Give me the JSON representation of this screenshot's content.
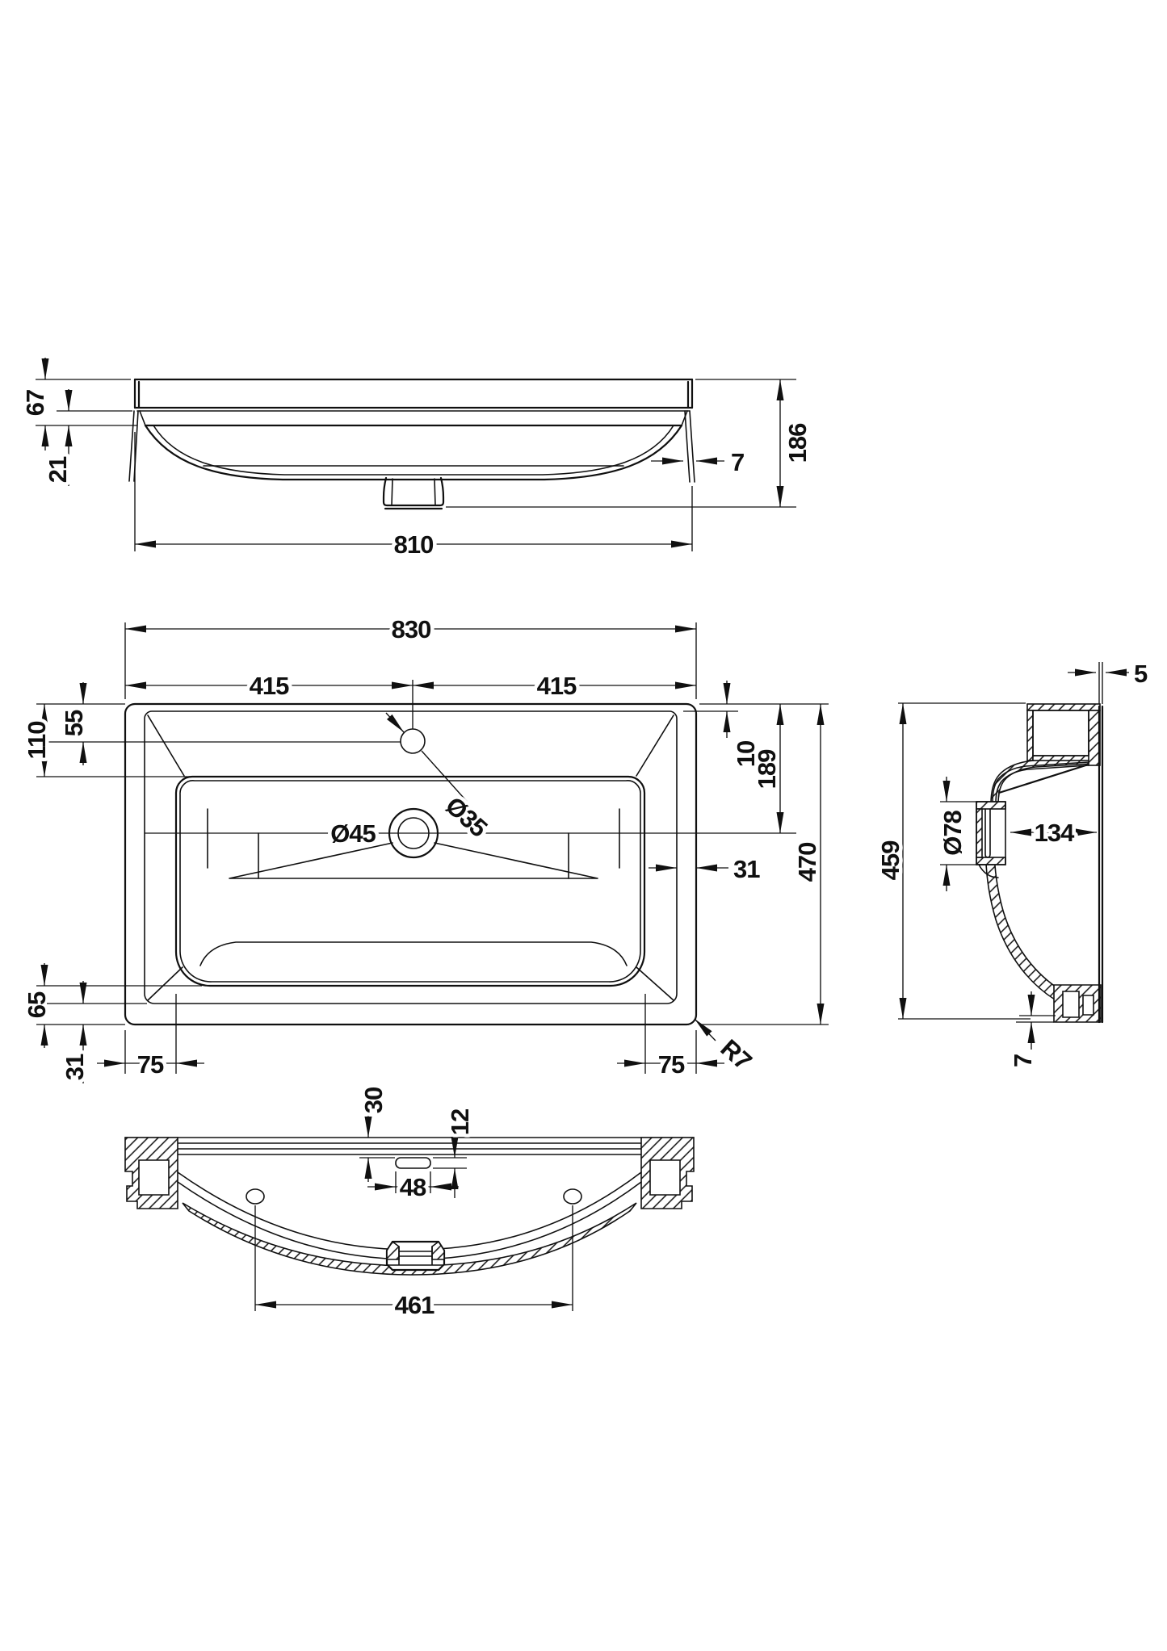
{
  "drawing": {
    "background": "#ffffff",
    "line_color": "#101010",
    "views": {
      "front_elevation": {
        "dims": {
          "rim_height": "67",
          "apron_height": "21",
          "basin_width": "810",
          "wall_thickness": "7",
          "overall_height": "186"
        }
      },
      "plan": {
        "dims": {
          "overall_width": "830",
          "tap_centre_left": "415",
          "tap_centre_right": "415",
          "tap_hole_setback": "55",
          "bowl_front_setback": "110",
          "rim_top_width": "10",
          "waste_centre_setback": "189",
          "overall_depth": "470",
          "rim_side_width": "31",
          "bowl_back_setback": "65",
          "rim_bottom_width": "31",
          "bowl_side_left": "75",
          "bowl_side_right": "75",
          "corner_radius": "R7",
          "tap_hole_diameter": "Ø35",
          "waste_hole_diameter": "Ø45"
        }
      },
      "side_section": {
        "dims": {
          "back_lip_thickness": "5",
          "overall_height": "459",
          "waste_boss_diameter": "Ø78",
          "bowl_to_back": "134",
          "base_step": "7"
        }
      },
      "underside": {
        "dims": {
          "overflow_slot_setback": "30",
          "overflow_slot_height": "12",
          "overflow_slot_width": "48",
          "fixing_hole_centres": "461"
        }
      }
    }
  }
}
